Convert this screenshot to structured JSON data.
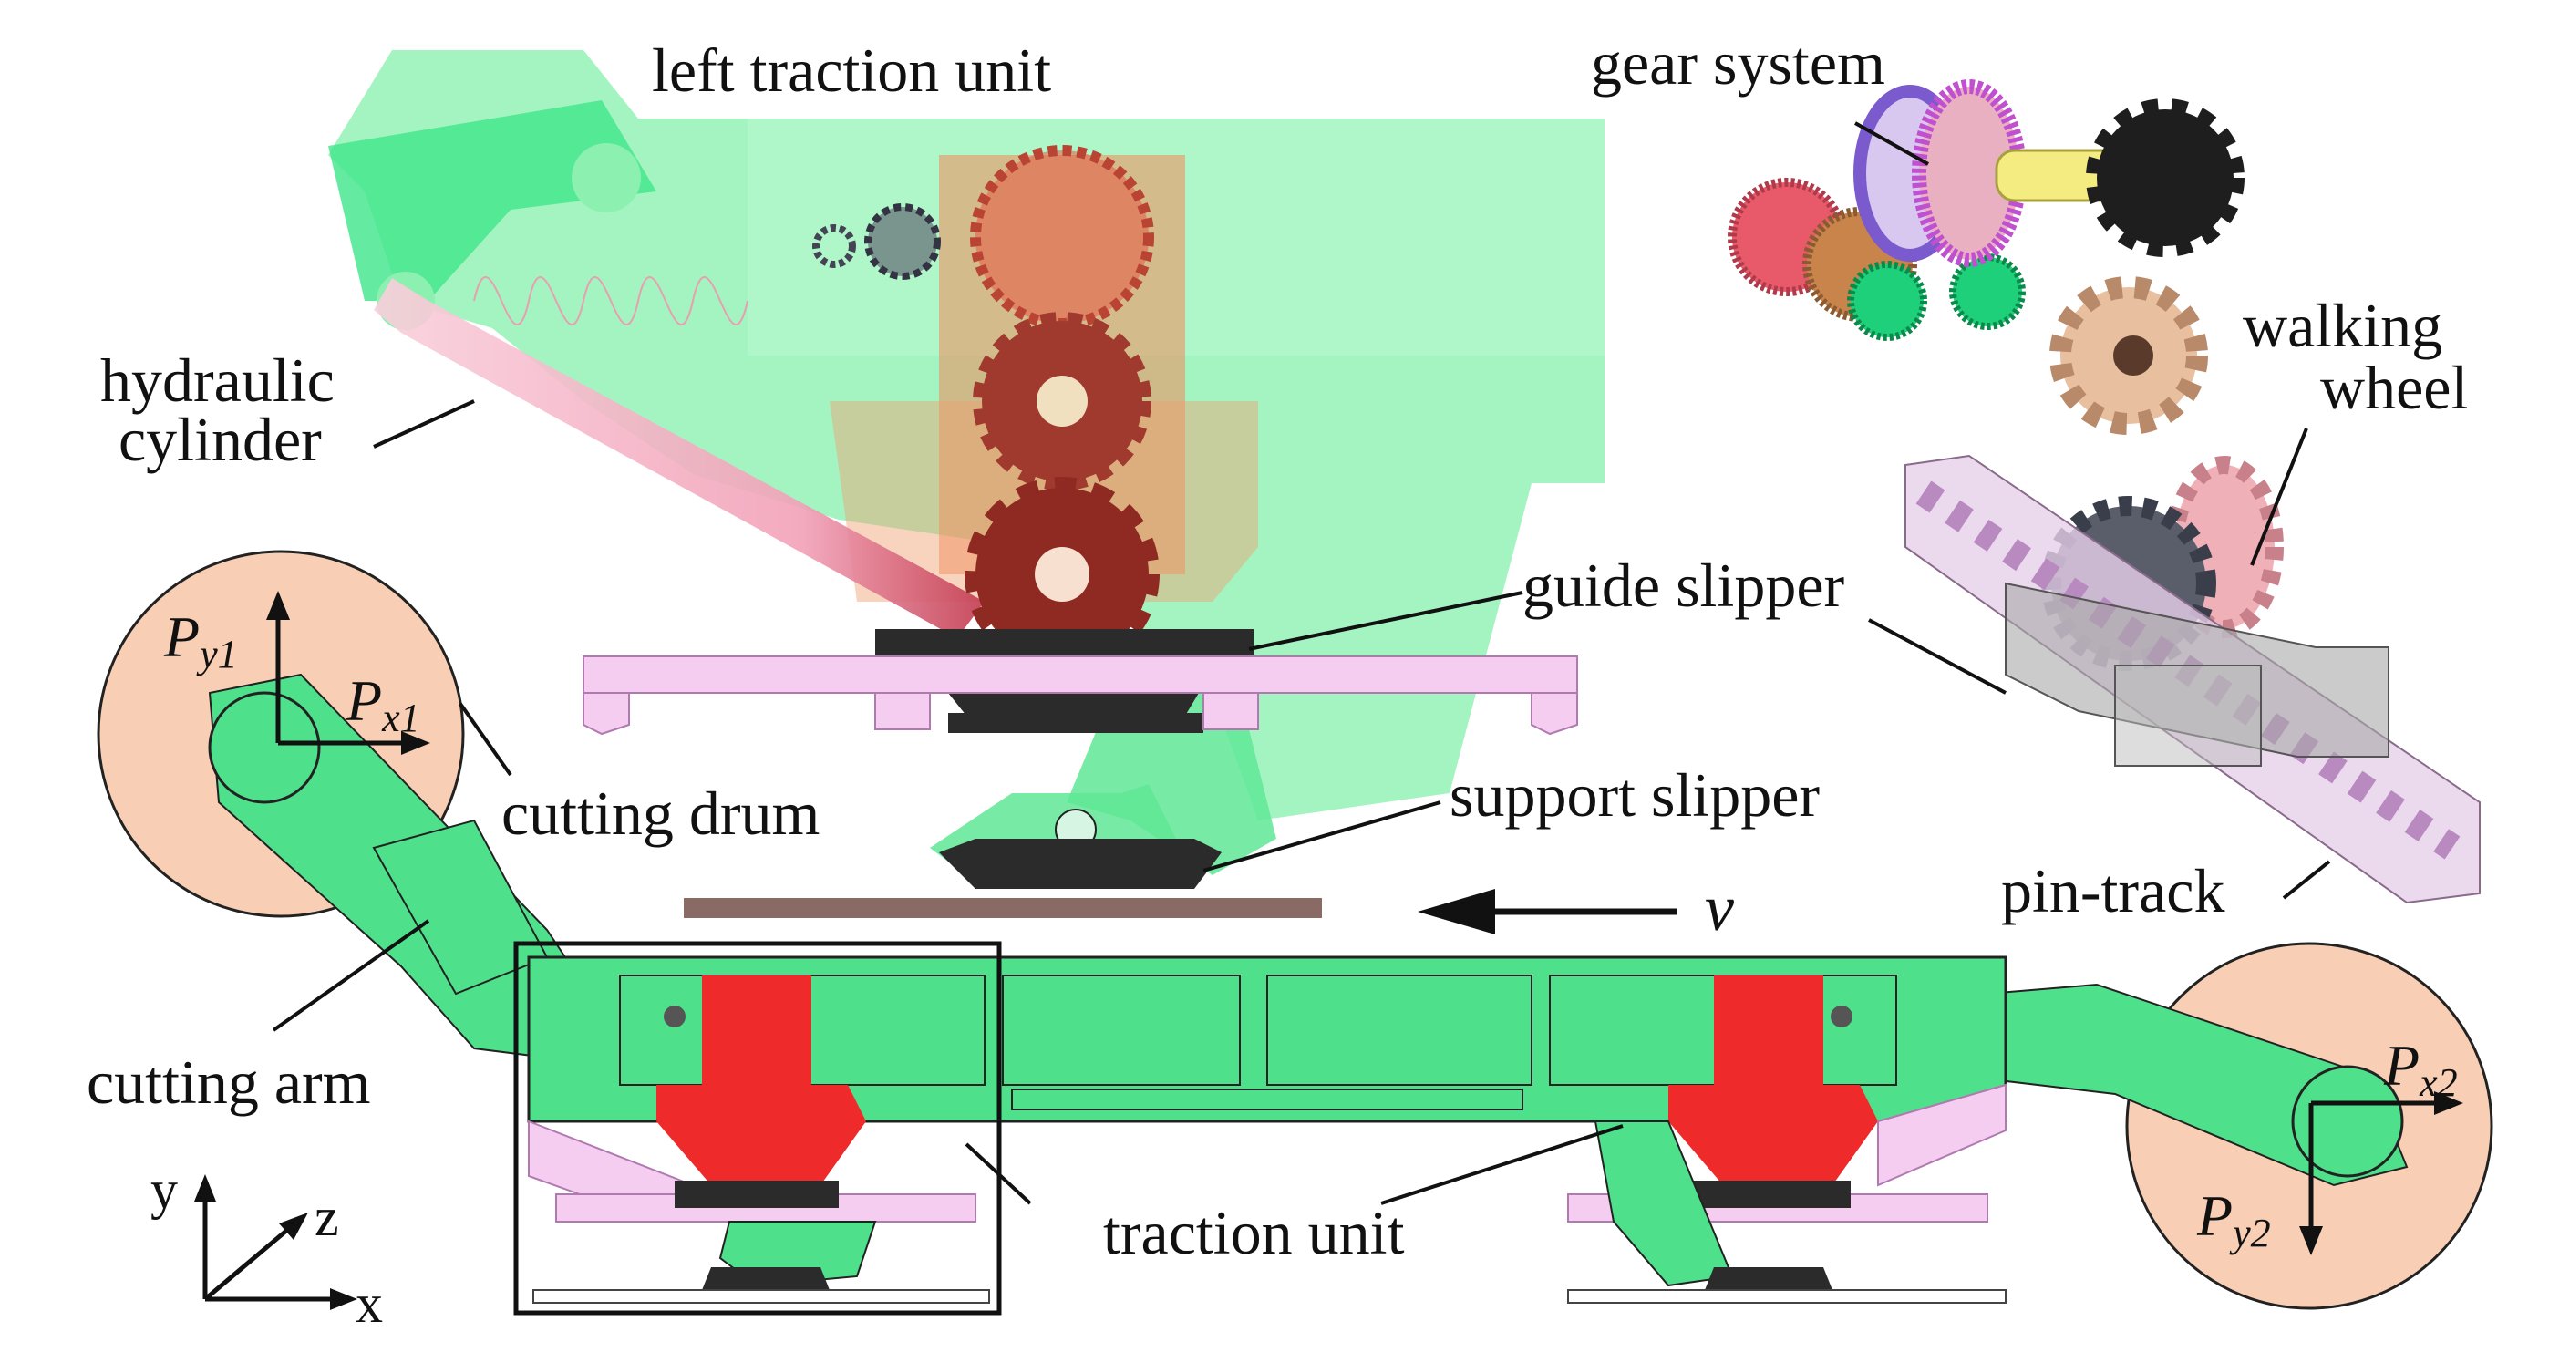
{
  "labels": {
    "left_traction_unit": "left traction unit",
    "gear_system": "gear system",
    "hydraulic_cylinder_l1": "hydraulic",
    "hydraulic_cylinder_l2": "cylinder",
    "walking_wheel_l1": "walking",
    "walking_wheel_l2": "wheel",
    "guide_slipper": "guide slipper",
    "support_slipper": "support slipper",
    "cutting_drum": "cutting drum",
    "cutting_arm": "cutting  arm",
    "pin_track": "pin-track",
    "traction_unit": "traction unit",
    "velocity": "v"
  },
  "forces": {
    "py1_main": "P",
    "py1_sub": "y1",
    "px1_main": "P",
    "px1_sub": "x1",
    "px2_main": "P",
    "px2_sub": "x2",
    "py2_main": "P",
    "py2_sub": "y2"
  },
  "axes": {
    "x": "x",
    "y": "y",
    "z": "z"
  },
  "colors": {
    "body_green": "#2ee07a",
    "light_green": "#9df2bd",
    "drum_peach": "#f6cdb2",
    "pink_rail": "#f2c6ee",
    "slipper_black": "#2b2b2b",
    "sprocket_red": "#a8362a",
    "block_red": "#ee2a2a",
    "support_brown": "#8a6a64"
  }
}
